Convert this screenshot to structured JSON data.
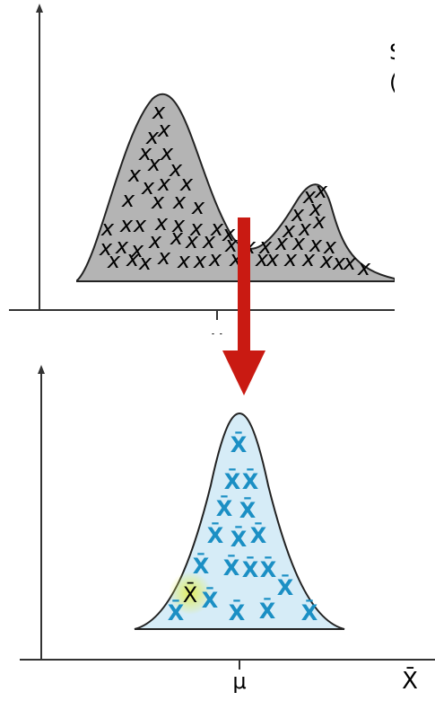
{
  "top_plot": {
    "mu_label": "μ",
    "marker_glyph": "x",
    "curve_fill": "#b4b4b4",
    "cut_text_line1": "S",
    "cut_text_line2": "("
  },
  "bottom_plot": {
    "mu_label": "μ",
    "x_axis_label": "X̄",
    "marker_glyph": "X̄",
    "marker_color": "#1b8fc4",
    "highlight_color": "#d8e84a",
    "curve_fill": "#d6ecf7"
  },
  "arrow": {
    "color": "#c91a12"
  },
  "colors": {
    "axis": "#222222",
    "text": "#000000"
  }
}
